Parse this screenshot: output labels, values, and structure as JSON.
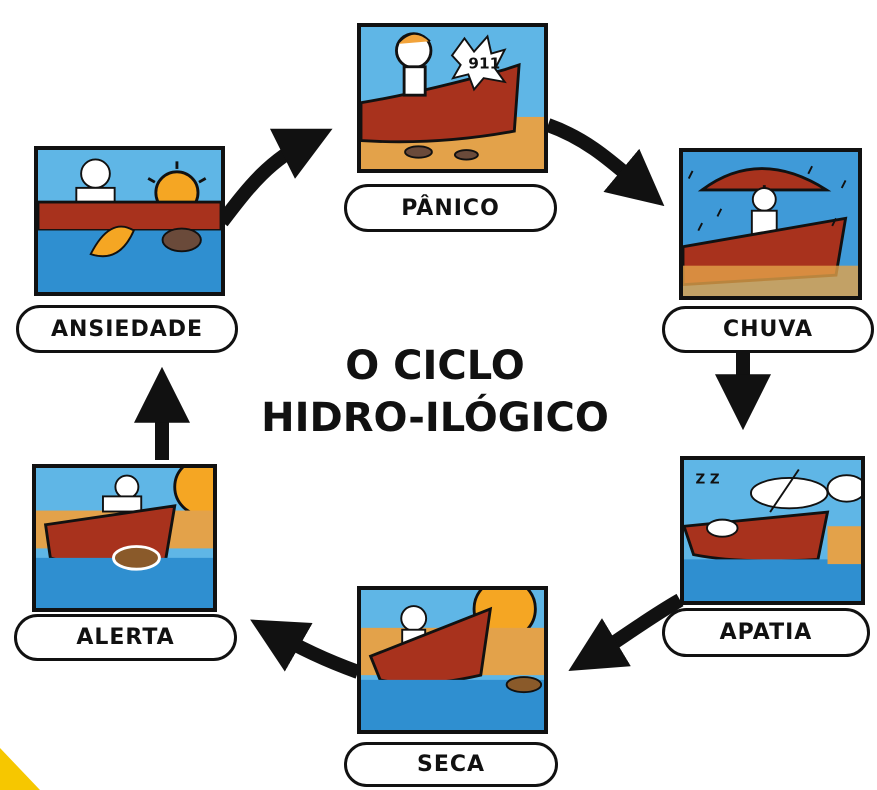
{
  "diagram": {
    "title_line1": "O CICLO",
    "title_line2": "HIDRO-ILÓGICO",
    "stages": [
      {
        "id": "panico",
        "label": "PÂNICO",
        "sign": "911"
      },
      {
        "id": "chuva",
        "label": "CHUVA"
      },
      {
        "id": "apatia",
        "label": "APATIA",
        "sign": "Z Z"
      },
      {
        "id": "seca",
        "label": "SECA"
      },
      {
        "id": "alerta",
        "label": "ALERTA"
      },
      {
        "id": "ansiedade",
        "label": "ANSIEDADE"
      }
    ],
    "flow": [
      "ANSIEDADE",
      "PÂNICO",
      "CHUVA",
      "APATIA",
      "SECA",
      "ALERTA",
      "ANSIEDADE"
    ]
  },
  "colors": {
    "water": "#2f8fd0",
    "sky": "#5fb6e6",
    "sand": "#e3a24a",
    "boat": "#a8321d",
    "sun": "#f5a623",
    "outline": "#111111",
    "corner_accent": "#f6c700"
  }
}
